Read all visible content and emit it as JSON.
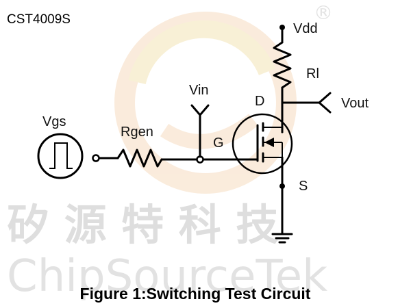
{
  "part_number": "CST4009S",
  "labels": {
    "vdd": "Vdd",
    "rl": "Rl",
    "vout": "Vout",
    "vin": "Vin",
    "d": "D",
    "g": "G",
    "s": "S",
    "vgs": "Vgs",
    "rgen": "Rgen"
  },
  "watermark": {
    "chinese": "矽 源 特 科 技",
    "english": "ChipSourceTek",
    "registered": "®"
  },
  "caption": "Figure 1:Switching Test Circuit",
  "colors": {
    "ink": "#000000",
    "watermark_gray": "#d6d6d6",
    "logo_orange": "#f6dcc0",
    "logo_gold": "#f3e4b6"
  }
}
